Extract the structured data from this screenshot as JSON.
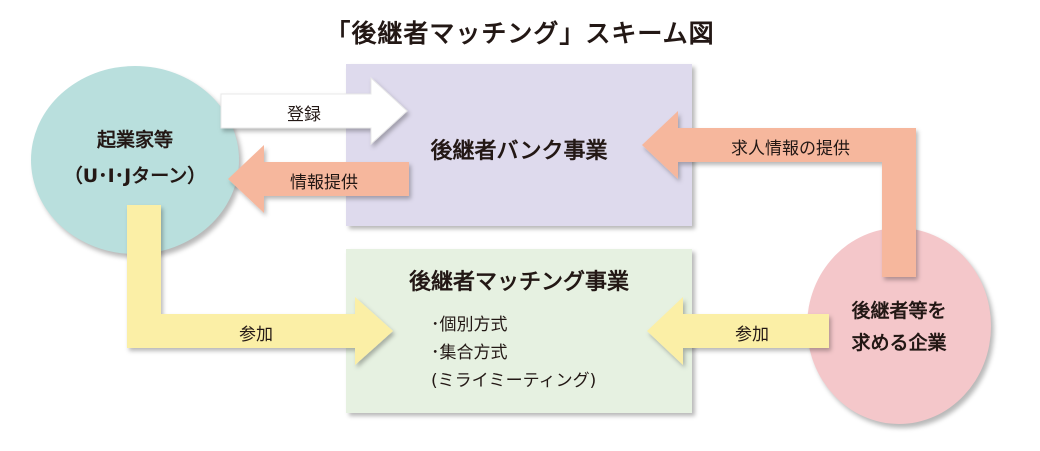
{
  "title": "「後継者マッチング」スキーム図",
  "entrepreneur": {
    "line1": "起業家等",
    "line2": "（U･I･Jターン）"
  },
  "company": {
    "line1": "後継者等を",
    "line2": "求める企業"
  },
  "bank_box": {
    "label": "後継者バンク事業"
  },
  "matching_box": {
    "label": "後継者マッチング事業",
    "items": [
      "･個別方式",
      "･集合方式",
      "(ミライミーティング)"
    ]
  },
  "arrows": {
    "register": "登録",
    "info_provision": "情報提供",
    "job_info": "求人情報の提供",
    "join_left": "参加",
    "join_right": "参加"
  },
  "colors": {
    "bank_box": "#dedaed",
    "matching_box": "#e6f1e1",
    "entrepreneur_circle": "#b9dfdd",
    "company_circle": "#f4c7ca",
    "arrow_white": "#ffffff",
    "arrow_salmon": "#f6b79d",
    "arrow_yellow": "#fbefa6"
  }
}
